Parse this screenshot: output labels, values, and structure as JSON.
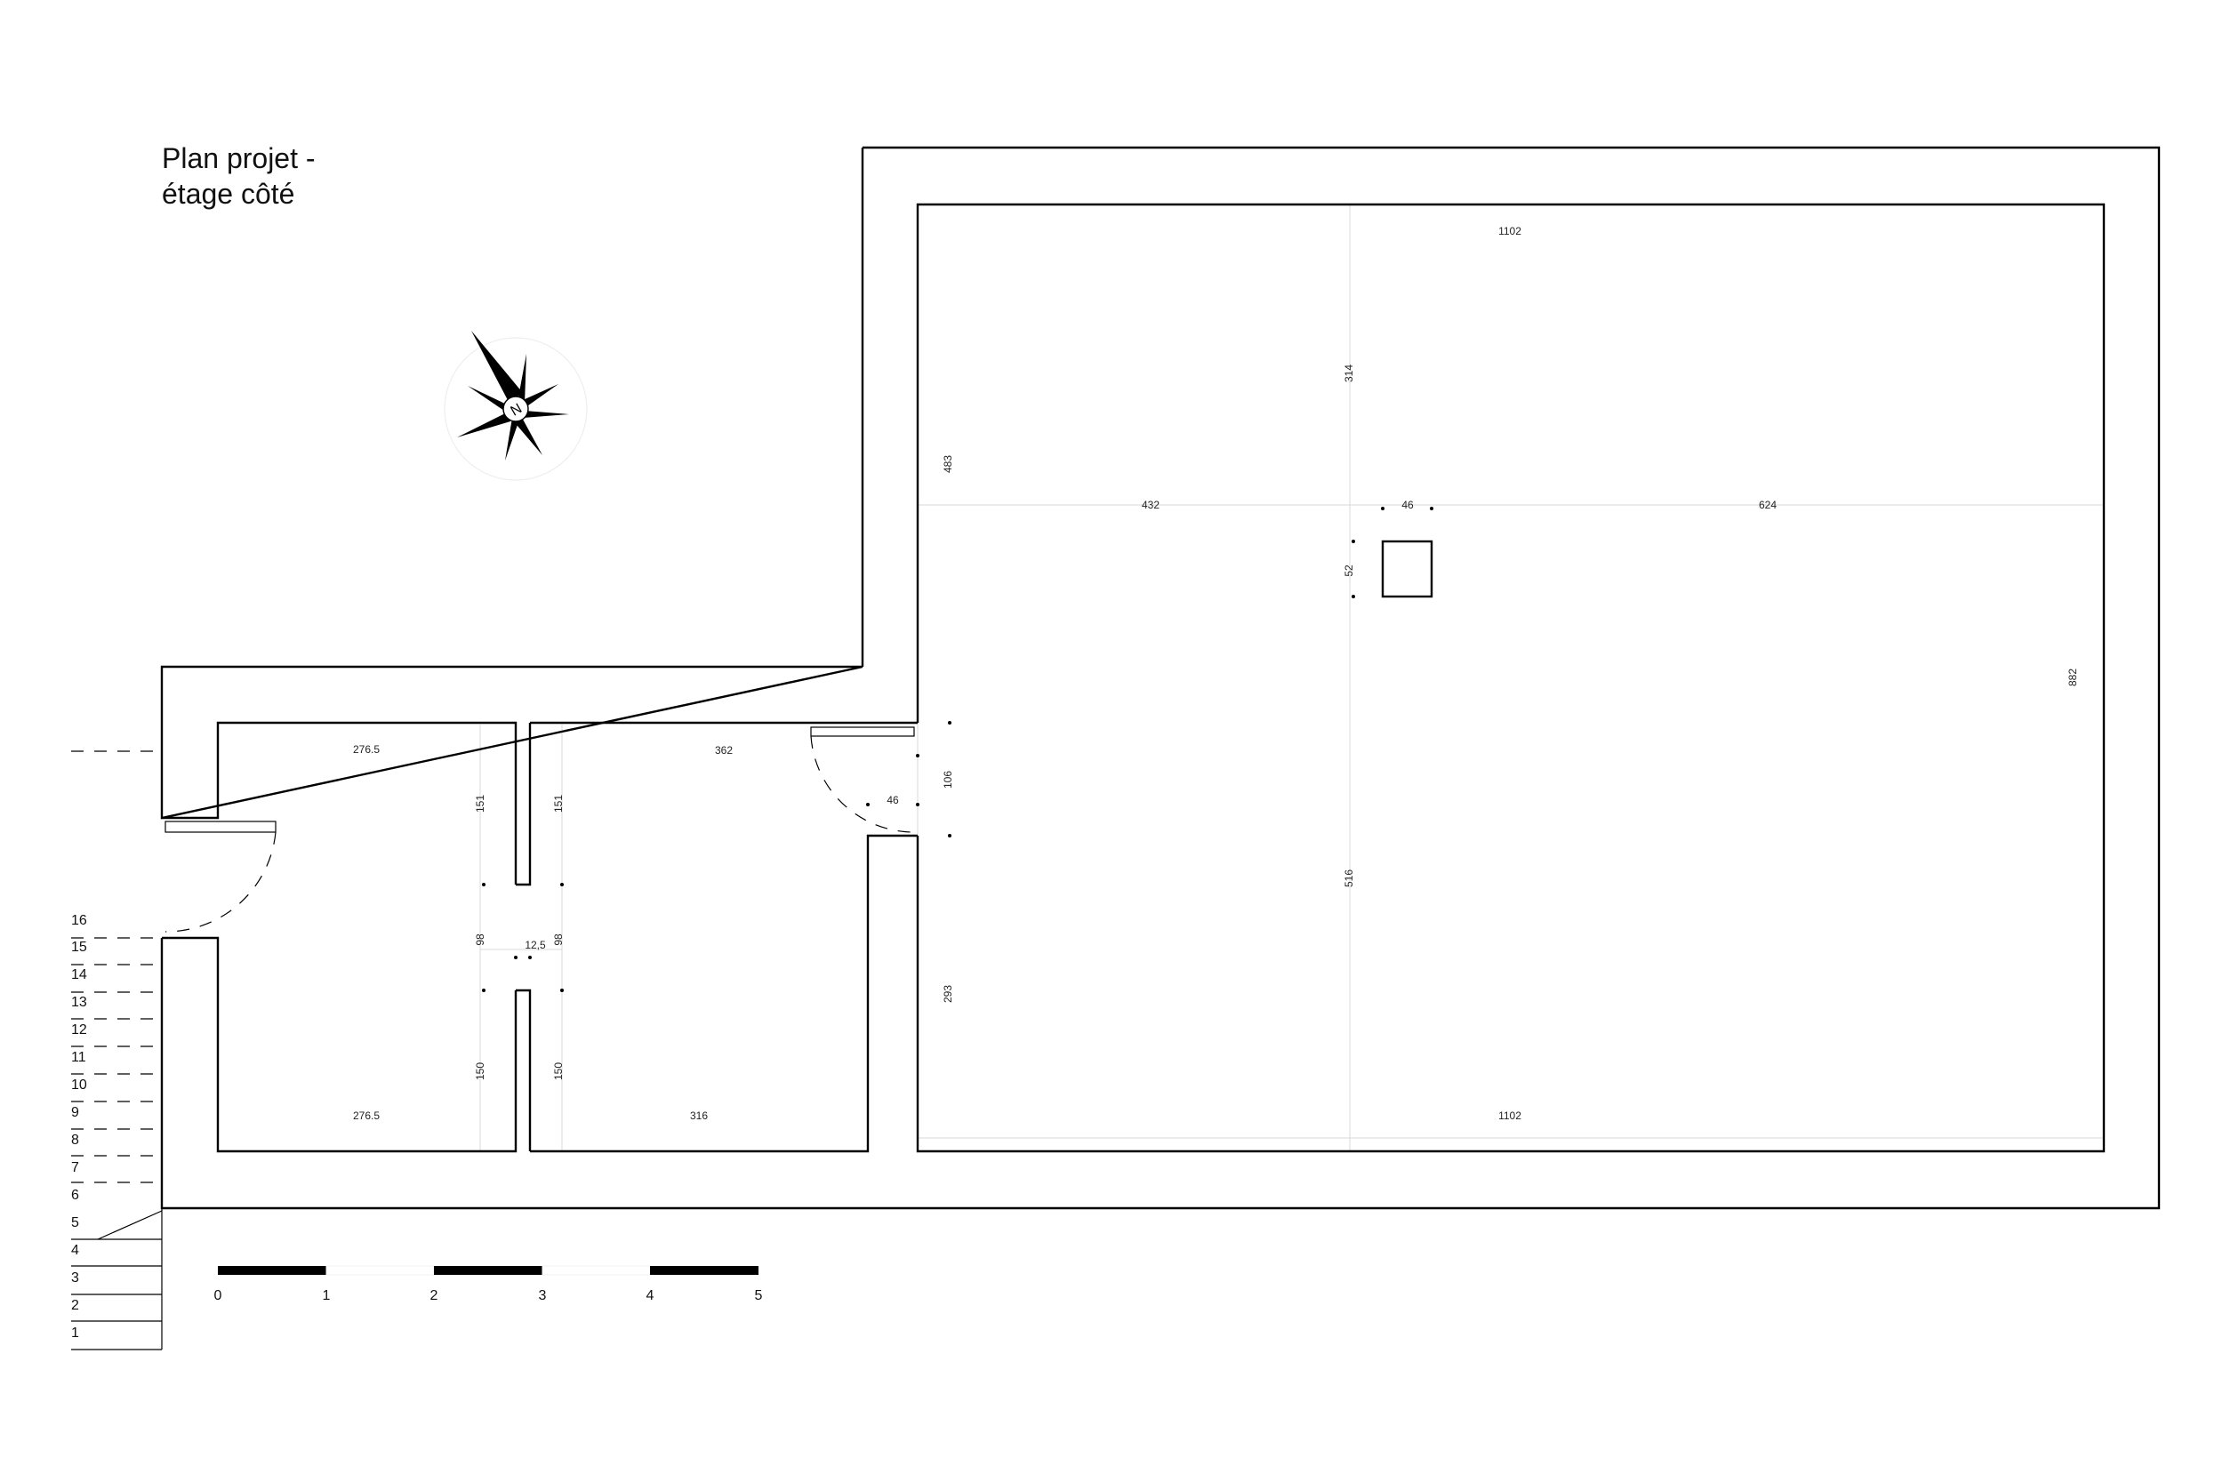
{
  "title": {
    "line1": "Plan projet -",
    "line2": "étage côté"
  },
  "compass": {
    "label": "N"
  },
  "dimensions": {
    "main_top": "1102",
    "main_bottom": "1102",
    "main_height": "882",
    "upper_left_height": "483",
    "lower_left_height": "293",
    "pillar_top": "314",
    "pillar_bottom": "516",
    "left_to_pillar": "432",
    "pillar_to_right": "624",
    "pillar_width": "46",
    "pillar_depth": "52",
    "room1_top": "276.5",
    "room1_bottom": "276.5",
    "room2_top": "362",
    "room2_bottom": "316",
    "partition_upper_left": "151",
    "partition_upper_right": "151",
    "partition_lower_left": "150",
    "partition_lower_right": "150",
    "partition_opening_left": "98",
    "partition_opening_right": "98",
    "partition_thickness": "12,5",
    "door_opening": "106",
    "door_wall": "46"
  },
  "stairs": [
    "1",
    "2",
    "3",
    "4",
    "5",
    "6",
    "7",
    "8",
    "9",
    "10",
    "11",
    "12",
    "13",
    "14",
    "15",
    "16"
  ],
  "scale_bar": [
    "0",
    "1",
    "2",
    "3",
    "4",
    "5"
  ]
}
